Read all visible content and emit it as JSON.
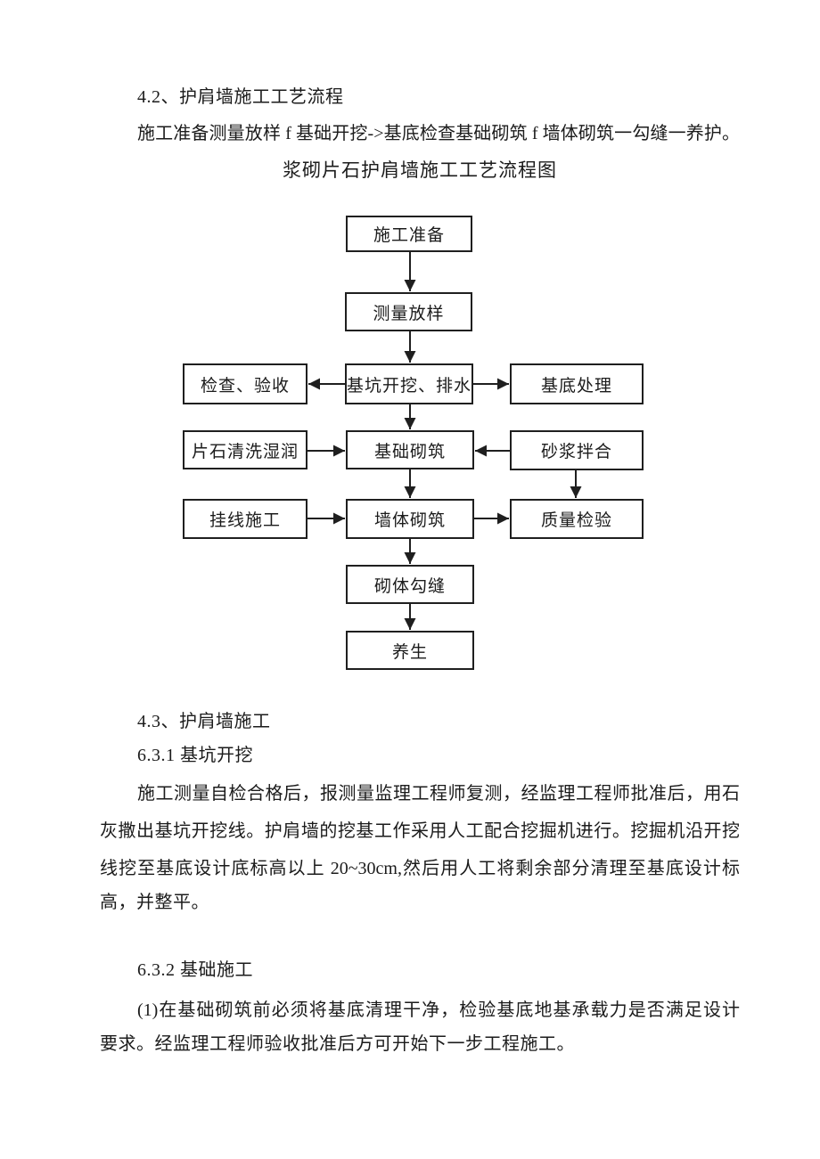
{
  "page": {
    "background": "#ffffff",
    "text_color": "#1b1b1b",
    "line_color": "#1f1f1f"
  },
  "document": {
    "section_4_2": {
      "heading": "4.2、护肩墙施工工艺流程",
      "paragraph": "施工准备测量放样 f 基础开挖->基底检查基础砌筑 f 墙体砌筑一勾缝一养护。"
    },
    "flowchart_title": "浆砌片石护肩墙施工工艺流程图",
    "section_4_3": {
      "heading": "4.3、护肩墙施工"
    },
    "section_6_3_1": {
      "heading": "6.3.1 基坑开挖",
      "lines": [
        "施工测量自检合格后，报测量监理工程师复测，经监理工程师批准后，用石",
        "灰撒出基坑开挖线。护肩墙的挖基工作采用人工配合挖掘机进行。挖掘机沿开挖",
        "线挖至基底设计底标高以上 20~30cm,然后用人工将剩余部分清理至基底设计标",
        "高，并整平。"
      ]
    },
    "section_6_3_2": {
      "heading": "6.3.2 基础施工",
      "lines": [
        "(1)在基础砌筑前必须将基底清理干净，检验基底地基承载力是否满足设计",
        "要求。经监理工程师验收批准后方可开始下一步工程施工。"
      ]
    }
  },
  "flowchart": {
    "nodes": {
      "preparation": "施工准备",
      "survey_layout": "测量放样",
      "check_accept": "检查、验收",
      "pit_excavation_drainage": "基坑开挖、排水",
      "base_treatment": "基底处理",
      "stone_washing": "片石清洗湿润",
      "foundation_masonry": "基础砌筑",
      "mortar_mixing": "砂浆拌合",
      "line_hanging": "挂线施工",
      "wall_masonry": "墙体砌筑",
      "quality_inspection": "质量检验",
      "masonry_jointing": "砌体勾缝",
      "curing": "养生"
    },
    "edges": [
      {
        "from": "施工准备",
        "to": "测量放样"
      },
      {
        "from": "测量放样",
        "to": "基坑开挖、排水"
      },
      {
        "from": "基坑开挖、排水",
        "to": "检查、验收"
      },
      {
        "from": "基坑开挖、排水",
        "to": "基底处理"
      },
      {
        "from": "基坑开挖、排水",
        "to": "基础砌筑"
      },
      {
        "from": "片石清洗湿润",
        "to": "基础砌筑"
      },
      {
        "from": "砂浆拌合",
        "to": "基础砌筑"
      },
      {
        "from": "基础砌筑",
        "to": "墙体砌筑"
      },
      {
        "from": "挂线施工",
        "to": "墙体砌筑"
      },
      {
        "from": "砂浆拌合",
        "to": "质量检验"
      },
      {
        "from": "墙体砌筑",
        "to": "质量检验"
      },
      {
        "from": "墙体砌筑",
        "to": "砌体勾缝"
      },
      {
        "from": "砌体勾缝",
        "to": "养生"
      }
    ]
  }
}
